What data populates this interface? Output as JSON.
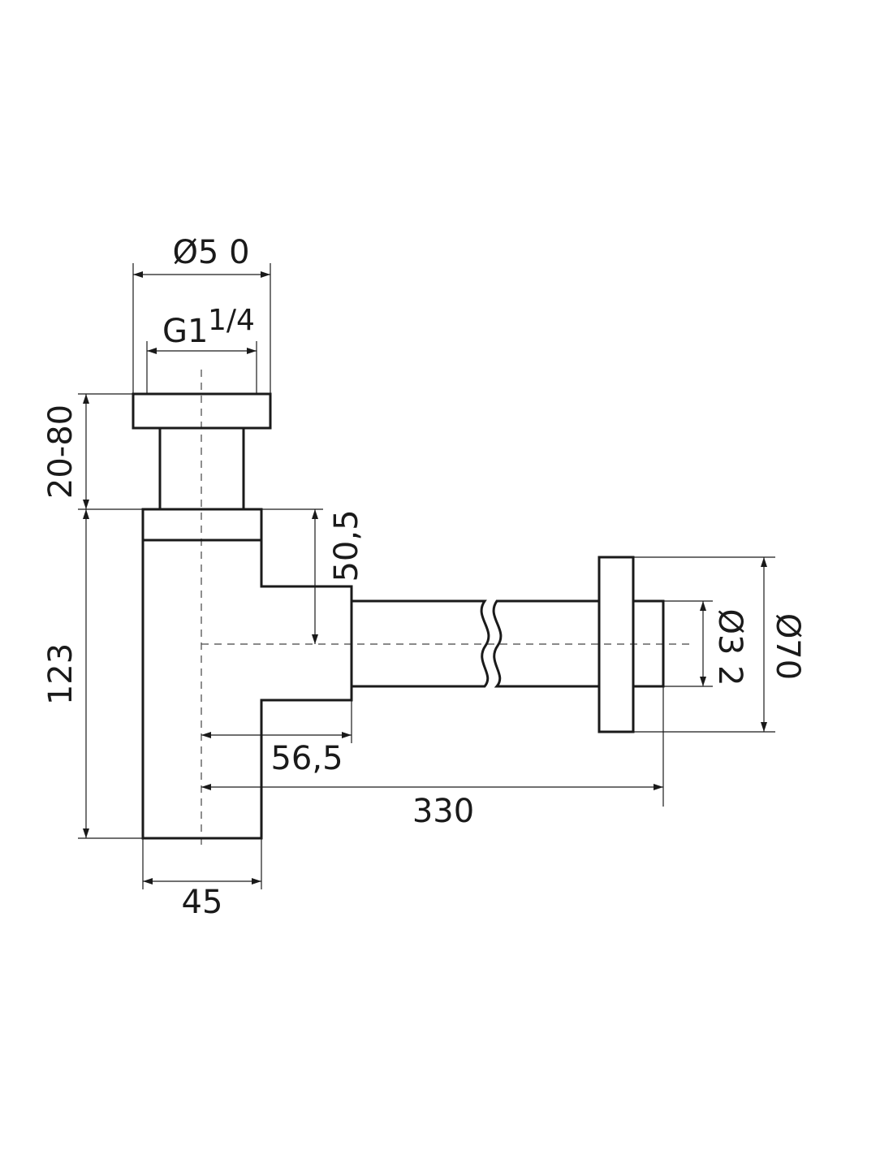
{
  "dimensions": {
    "outlet_diameter": "Ø5 0",
    "thread_main": "G1",
    "thread_fraction": "1/4",
    "height_adjust": "20-80",
    "outlet_offset": "50,5",
    "body_height": "123",
    "body_width": "45",
    "outlet_depth": "56,5",
    "total_length": "330",
    "pipe_diameter": "Ø3 2",
    "flange_diameter": "Ø70"
  }
}
